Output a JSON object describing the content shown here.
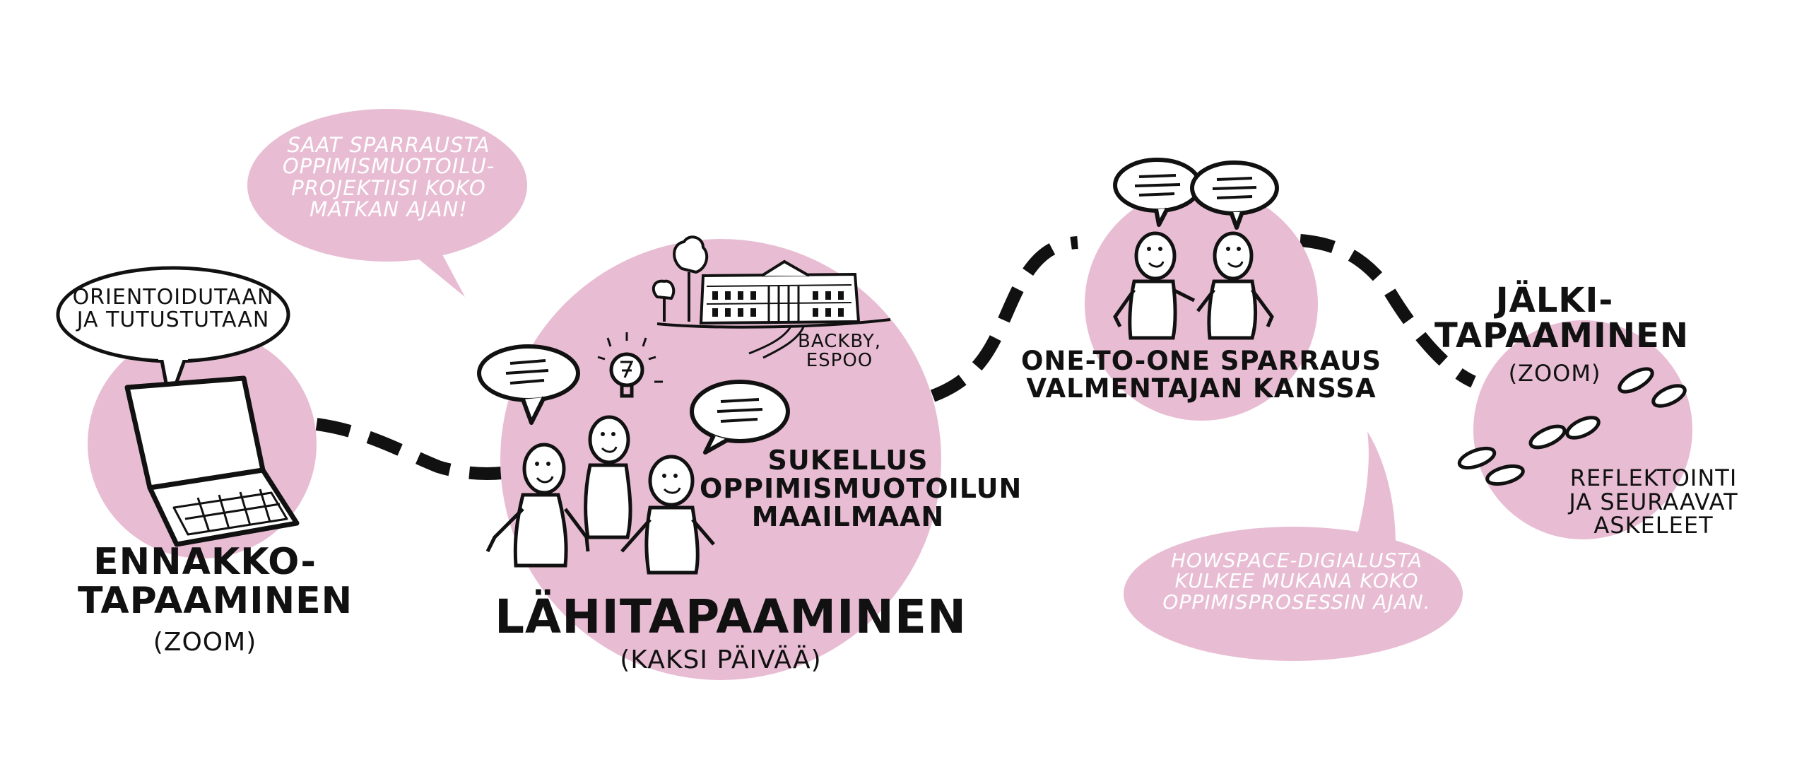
{
  "colors": {
    "pink": "#e8bdd3",
    "ink": "#111111",
    "white": "#ffffff"
  },
  "step1": {
    "title_lines": [
      "Ennakko-",
      "tapaaminen"
    ],
    "subtitle": "(Zoom)",
    "speech_lines": [
      "Orientoidutaan",
      "ja tutustutaan"
    ],
    "icon": "laptop-icon"
  },
  "step2": {
    "title": "Lähitapaaminen",
    "subtitle": "(kaksi päivää)",
    "body_lines": [
      "Sukellus",
      "oppimismuotoilun",
      "maailmaan"
    ],
    "location_lines": [
      "Backby,",
      "Espoo"
    ],
    "icons": [
      "manor-house-icon",
      "lightbulb-icon",
      "people-group-icon"
    ]
  },
  "bubble_top": {
    "lines": [
      "Saat sparrausta",
      "oppimismuotoilu-",
      "projektiisi koko",
      "matkan ajan!"
    ]
  },
  "step3": {
    "lines": [
      "One-to-one sparraus",
      "valmentajan kanssa"
    ],
    "icon": "coaching-pair-icon"
  },
  "bubble_bottom": {
    "lines": [
      "Howspace-digialusta",
      "kulkee mukana koko",
      "oppimisprosessin ajan."
    ]
  },
  "step4": {
    "title_lines": [
      "Jälki-",
      "tapaaminen"
    ],
    "subtitle": "(Zoom)",
    "body_lines": [
      "Reflektointi",
      "ja seuraavat",
      "askeleet"
    ],
    "icon": "footprints-icon"
  }
}
